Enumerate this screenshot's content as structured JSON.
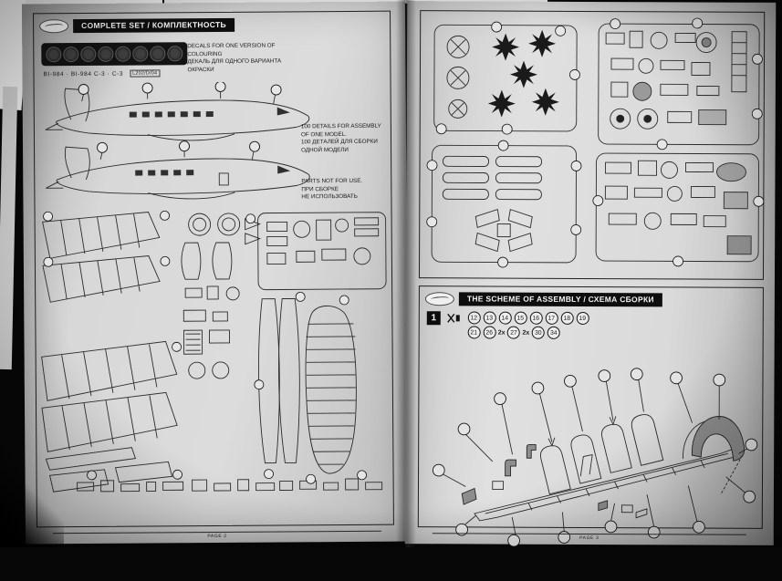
{
  "left_page": {
    "header": "COMPLETE SET / КОМПЛЕКТНОСТЬ",
    "decals_note": [
      "DECALS FOR ONE VERSION OF COLOURING",
      "ДЕКАЛЬ ДЛЯ ОДНОГО ВАРИАНТА ОКРАСКИ"
    ],
    "codes": "BI-984 · BI-984    C-3 · C-3",
    "codes_box": "L202/D/04",
    "details_note": [
      "100 DETAILS FOR ASSEMBLY",
      "OF ONE MODEL.",
      "100 ДЕТАЛЕЙ ДЛЯ СБОРКИ",
      "ОДНОЙ МОДЕЛИ"
    ],
    "unused_note": [
      "PARTS NOT FOR USE.",
      "ПРИ СБОРКЕ",
      "НЕ ИСПОЛЬЗОВАТЬ"
    ],
    "footer": "PAGE 2"
  },
  "right_page": {
    "header": "THE SCHEME OF ASSEMBLY / СХЕМА СБОРКИ",
    "step_number": "1",
    "step_row1": [
      "12",
      "13",
      "14",
      "15",
      "16",
      "17",
      "18",
      "19"
    ],
    "step_row2": [
      "21",
      "26",
      "2x",
      "27",
      "2x",
      "30",
      "34"
    ],
    "footer": "PAGE 3"
  }
}
